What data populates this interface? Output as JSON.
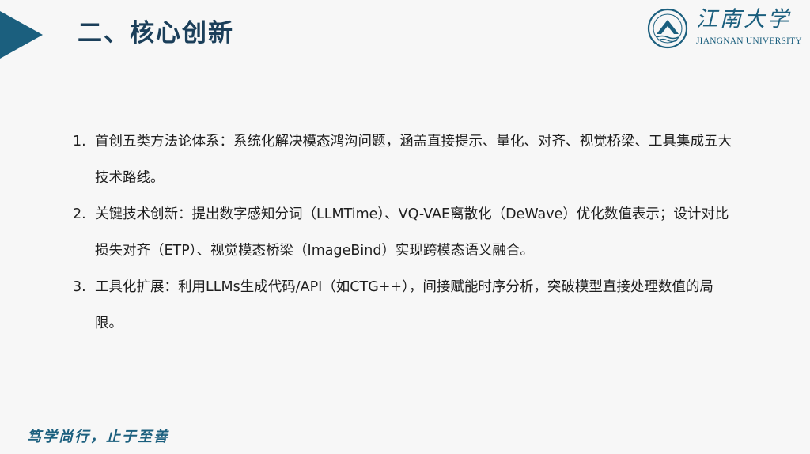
{
  "header": {
    "title": "二、核心创新",
    "accent_color": "#1b5f7e"
  },
  "logo": {
    "emblem_icon": "university-emblem-icon",
    "name_cn": "江南大学",
    "name_en": "JIANGNAN UNIVERSITY"
  },
  "items": [
    {
      "num": "1.",
      "text": "首创五类方法论体系：系统化解决模态鸿沟问题，涵盖直接提示、量化、对齐、视觉桥梁、工具集成五大技术路线。"
    },
    {
      "num": "2.",
      "text": "关键技术创新：提出数字感知分词（LLMTime）、VQ-VAE离散化（DeWave）优化数值表示；设计对比损失对齐（ETP）、视觉模态桥梁（ImageBind）实现跨模态语义融合。"
    },
    {
      "num": "3.",
      "text": "工具化扩展：利用LLMs生成代码/API（如CTG++），间接赋能时序分析，突破模型直接处理数值的局限。"
    }
  ],
  "footer": {
    "motto": "笃学尚行，止于至善"
  }
}
